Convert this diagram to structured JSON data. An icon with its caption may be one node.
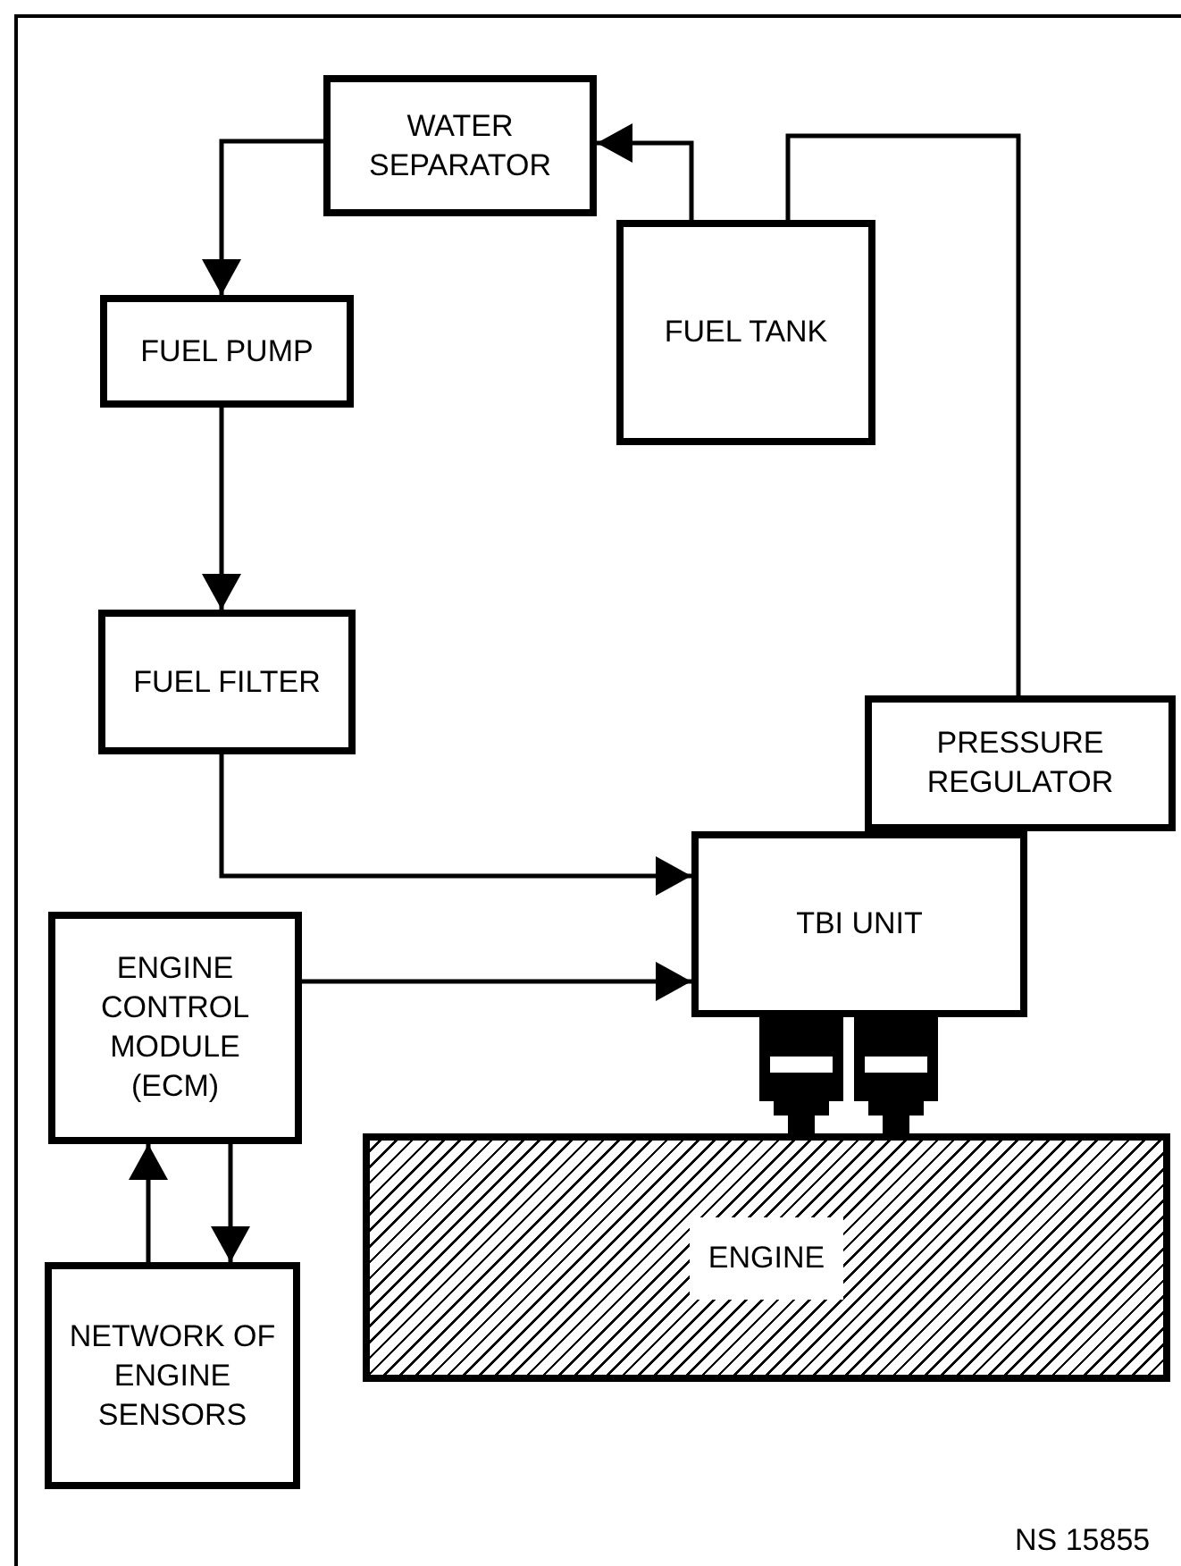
{
  "diagram": {
    "nodes": [
      {
        "text": [
          "WATER SEPARATOR"
        ]
      },
      {
        "text": [
          "FUEL TANK"
        ]
      },
      {
        "text": [
          "FUEL PUMP"
        ]
      },
      {
        "text": [
          "FUEL FILTER"
        ]
      },
      {
        "text": [
          "PRESSURE REGULATOR"
        ]
      },
      {
        "text": [
          "TBI UNIT"
        ]
      },
      {
        "text": [
          "ENGINE CONTROL MODULE (ECM)"
        ]
      },
      {
        "text": [
          "ENGINE"
        ]
      },
      {
        "text": [
          "NETWORK OF ENGINE SENSORS"
        ]
      }
    ],
    "edges": [
      {
        "from": 1,
        "to": 0,
        "arrow": "to"
      },
      {
        "from": 0,
        "to": 2,
        "arrow": "to"
      },
      {
        "from": 2,
        "to": 3,
        "arrow": "to"
      },
      {
        "from": 3,
        "to": 5,
        "arrow": "to"
      },
      {
        "from": 6,
        "to": 5,
        "arrow": "to"
      },
      {
        "from": 8,
        "to": 6,
        "arrow": "to"
      },
      {
        "from": 6,
        "to": 8,
        "arrow": "to"
      },
      {
        "from": 4,
        "to": 1,
        "arrow": "none"
      }
    ],
    "labels": [
      "NS 15855"
    ]
  }
}
